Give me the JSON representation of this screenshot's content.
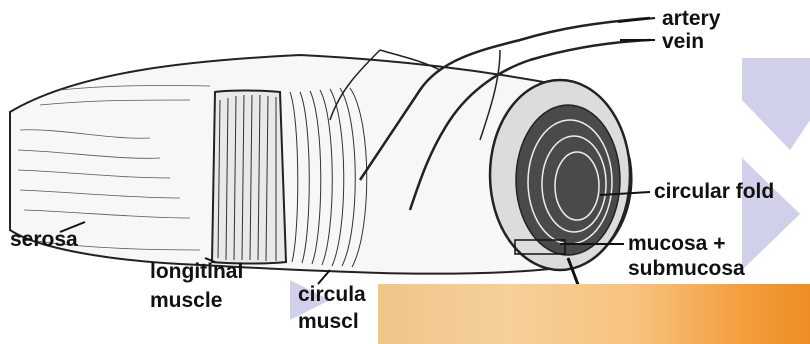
{
  "labels": {
    "artery": "artery",
    "vein": "vein",
    "circular_fold": "circular fold",
    "mucosa_line1": "mucosa +",
    "mucosa_line2": "submucosa",
    "serosa": "serosa",
    "longitudinal_line1": "longitinal",
    "longitudinal_line2": "muscle",
    "circular_line1": "circula",
    "circular_line2": "muscl"
  },
  "colors": {
    "ink": "#111111",
    "chevron": "#c8c8e8",
    "overlay_start": "#f0c58a",
    "overlay_end": "#ef8d24"
  }
}
